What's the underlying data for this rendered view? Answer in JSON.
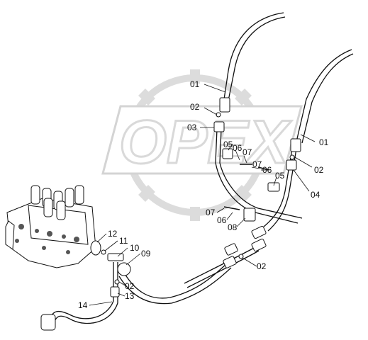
{
  "watermark": {
    "text": "OPEX"
  },
  "callouts": [
    {
      "id": "c-01a",
      "label": "01"
    },
    {
      "id": "c-02a",
      "label": "02"
    },
    {
      "id": "c-03",
      "label": "03"
    },
    {
      "id": "c-05a",
      "label": "05"
    },
    {
      "id": "c-06a",
      "label": "06"
    },
    {
      "id": "c-07a",
      "label": "07"
    },
    {
      "id": "c-07b",
      "label": "07"
    },
    {
      "id": "c-06b",
      "label": "06"
    },
    {
      "id": "c-05b",
      "label": "05"
    },
    {
      "id": "c-01b",
      "label": "01"
    },
    {
      "id": "c-02b",
      "label": "02"
    },
    {
      "id": "c-04",
      "label": "04"
    },
    {
      "id": "c-07c",
      "label": "07"
    },
    {
      "id": "c-06c",
      "label": "06"
    },
    {
      "id": "c-08",
      "label": "08"
    },
    {
      "id": "c-12",
      "label": "12"
    },
    {
      "id": "c-11",
      "label": "11"
    },
    {
      "id": "c-10",
      "label": "10"
    },
    {
      "id": "c-09",
      "label": "09"
    },
    {
      "id": "c-02c",
      "label": "02"
    },
    {
      "id": "c-02d",
      "label": "02"
    },
    {
      "id": "c-13",
      "label": "13"
    },
    {
      "id": "c-14",
      "label": "14"
    }
  ]
}
